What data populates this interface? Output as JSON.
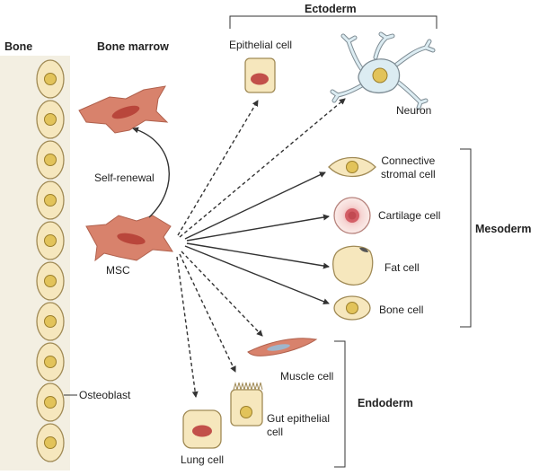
{
  "headers": {
    "bone": "Bone",
    "bone_marrow": "Bone marrow",
    "ectoderm": "Ectoderm",
    "mesoderm": "Mesoderm",
    "endoderm": "Endoderm"
  },
  "labels": {
    "self_renewal": "Self-renewal",
    "msc": "MSC",
    "osteoblast": "Osteoblast",
    "epithelial_cell": "Epithelial cell",
    "neuron": "Neuron",
    "connective_line1": "Connective",
    "connective_line2": "stromal cell",
    "cartilage_cell": "Cartilage cell",
    "fat_cell": "Fat cell",
    "bone_cell": "Bone cell",
    "muscle_cell": "Muscle cell",
    "gut_line1": "Gut epithelial",
    "gut_line2": "cell",
    "lung_cell": "Lung cell"
  },
  "colors": {
    "bone_bg": "#f3efe2",
    "cell_fill": "#f6e7bd",
    "cell_stroke": "#a08a55",
    "nucleus_fill": "#e2c35a",
    "msc_fill": "#d8826c",
    "msc_nucleus": "#b9463b",
    "red_nucleus": "#c2504a",
    "neuron_fill": "#dcecf2",
    "neuron_stroke": "#7d8b93",
    "arrow": "#333333"
  }
}
